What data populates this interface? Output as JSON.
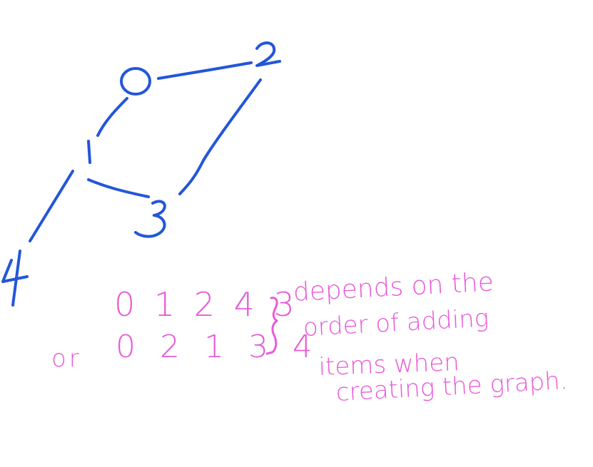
{
  "graph": {
    "nodes": [
      {
        "id": "0",
        "label": "0"
      },
      {
        "id": "1",
        "label": "1"
      },
      {
        "id": "2",
        "label": "2"
      },
      {
        "id": "3",
        "label": "3"
      },
      {
        "id": "4",
        "label": "4"
      }
    ],
    "edges": [
      [
        "0",
        "2"
      ],
      [
        "0",
        "1"
      ],
      [
        "2",
        "3"
      ],
      [
        "1",
        "3"
      ],
      [
        "1",
        "4"
      ]
    ]
  },
  "notes": {
    "sequence_1": "0 1 2 4 3",
    "sequence_2": "0 2 1 3 4",
    "or_word": "or",
    "explanation_lines": [
      "depends on the",
      "order of adding",
      "items when",
      "creating the graph."
    ]
  },
  "colors": {
    "graph_ink": "#2356d8",
    "note_ink": "#e75bd8",
    "background": "#ffffff"
  }
}
